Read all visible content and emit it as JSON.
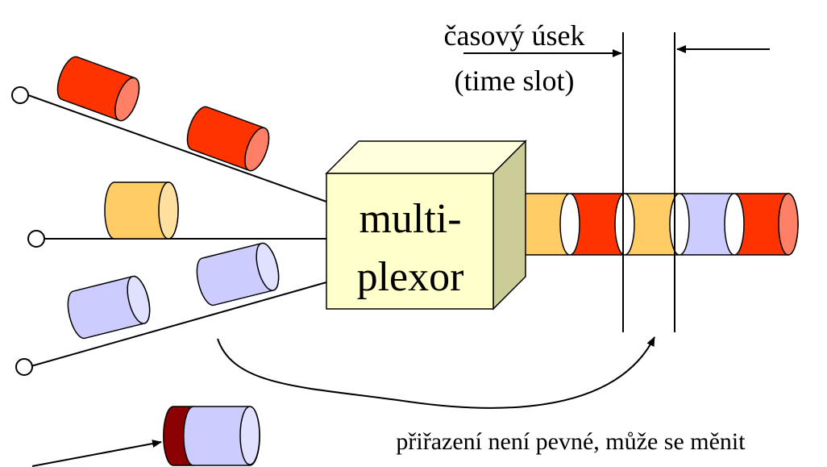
{
  "labels": {
    "time_slot_line1": "časový úsek",
    "time_slot_line2": "(time slot)",
    "multiplexor_line1": "multi-",
    "multiplexor_line2": "plexor",
    "assignment_note": "přiřazení není pevné, může se měnit"
  },
  "colors": {
    "red": "#ff3300",
    "red_face": "#ff8066",
    "orange": "#ffcc66",
    "orange_face": "#ffe0a0",
    "lavender": "#ccccff",
    "lavender_face": "#e0e0ff",
    "dark_red": "#8b0000",
    "box_front": "#ffffcc",
    "box_top": "#ffffdd",
    "box_side": "#cccc99"
  },
  "slot_sequence": [
    "orange",
    "red",
    "orange",
    "lavender",
    "red"
  ]
}
